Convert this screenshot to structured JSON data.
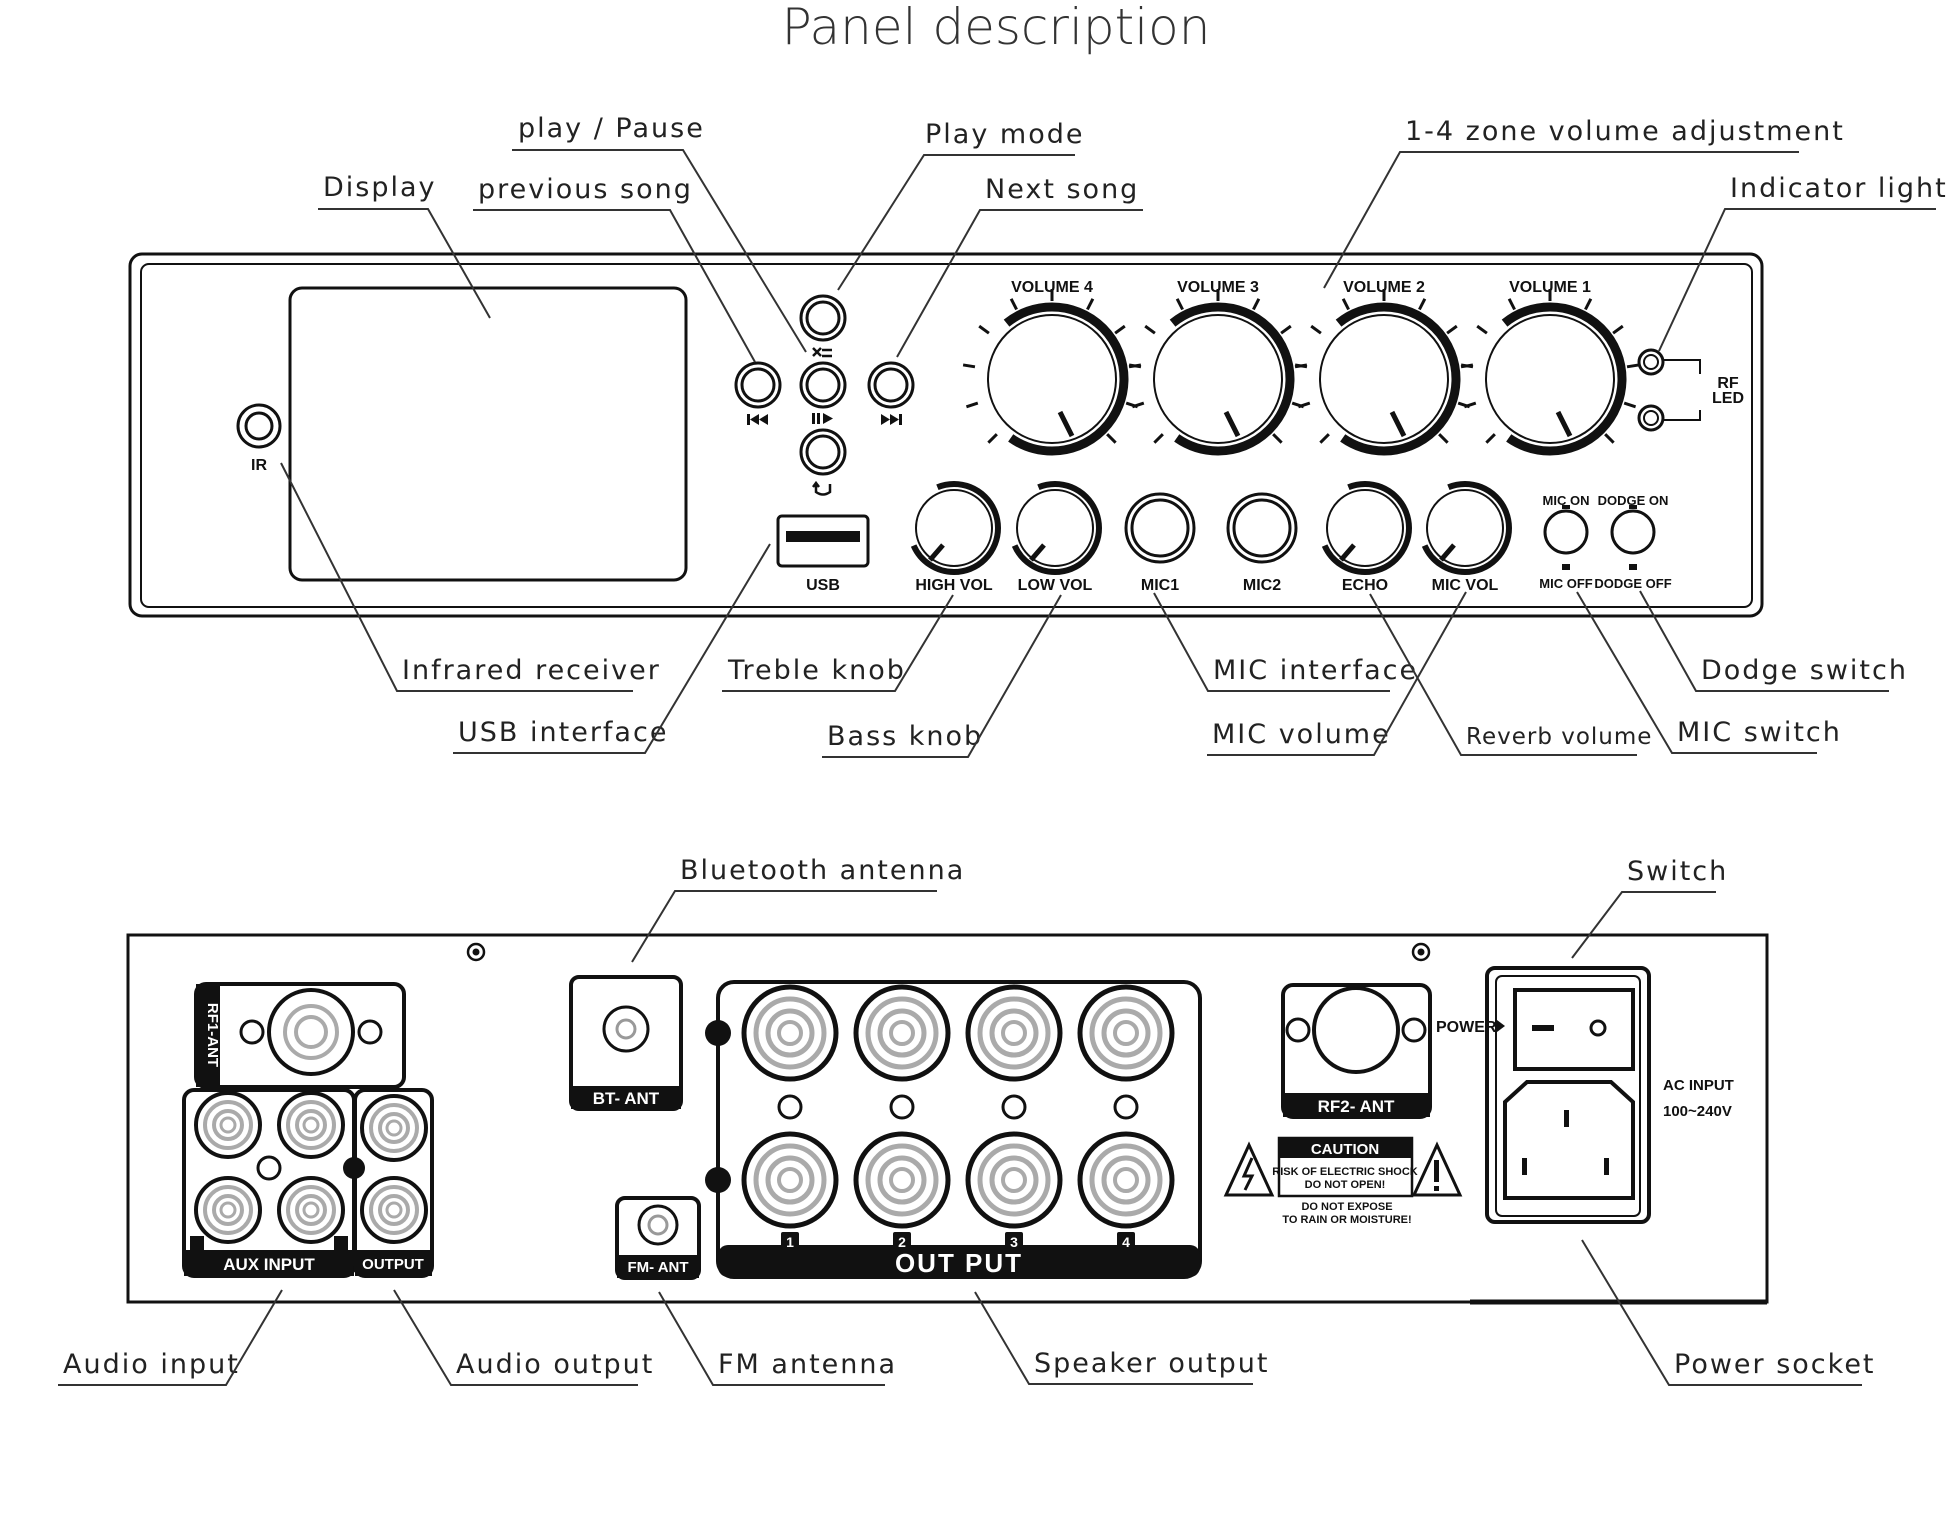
{
  "title": "Panel description",
  "front_callouts": {
    "play_pause": "play / Pause",
    "play_mode": "Play mode",
    "zone_volume": "1-4 zone volume adjustment",
    "display": "Display",
    "previous_song": "previous song",
    "next_song": "Next song",
    "indicator_light": "Indicator light",
    "infrared_receiver": "Infrared receiver",
    "treble_knob": "Treble knob",
    "mic_interface": "MIC interface",
    "dodge_switch": "Dodge switch",
    "usb_interface": "USB interface",
    "bass_knob": "Bass knob",
    "mic_volume": "MIC volume",
    "reverb_volume": "Reverb volume",
    "mic_switch": "MIC switch"
  },
  "front_labels": {
    "volume4": "VOLUME 4",
    "volume3": "VOLUME 3",
    "volume2": "VOLUME 2",
    "volume1": "VOLUME 1",
    "ir": "IR",
    "rf": "RF",
    "led": "LED",
    "usb": "USB",
    "high_vol": "HIGH VOL",
    "low_vol": "LOW VOL",
    "mic1": "MIC1",
    "mic2": "MIC2",
    "echo": "ECHO",
    "mic_vol": "MIC VOL",
    "mic_on": "MIC ON",
    "mic_off": "MIC OFF",
    "dodge_on": "DODGE ON",
    "dodge_off": "DODGE OFF"
  },
  "rear_callouts": {
    "bluetooth_antenna": "Bluetooth antenna",
    "switch": "Switch",
    "audio_input": "Audio input",
    "audio_output": "Audio output",
    "fm_antenna": "FM antenna",
    "speaker_output": "Speaker output",
    "power_socket": "Power socket"
  },
  "rear_labels": {
    "rf1_ant": "RF1-ANT",
    "aux_input": "AUX INPUT",
    "output": "OUTPUT",
    "bt_ant": "BT- ANT",
    "fm_ant": "FM- ANT",
    "out_put": "OUT PUT",
    "ch1": "1",
    "ch2": "2",
    "ch3": "3",
    "ch4": "4",
    "rf2_ant": "RF2- ANT",
    "power": "POWER",
    "caution": "CAUTION",
    "risk_line1": "RISK OF ELECTRIC SHOCK",
    "risk_line2": "DO NOT OPEN!",
    "expose_line1": "DO NOT EXPOSE",
    "expose_line2": "TO RAIN OR MOISTURE!",
    "ac_input": "AC INPUT",
    "ac_range": "100~240V"
  },
  "icons": [
    "shuffle-icon",
    "play-pause-icon",
    "previous-icon",
    "next-icon",
    "repeat-icon",
    "warning-icon"
  ]
}
